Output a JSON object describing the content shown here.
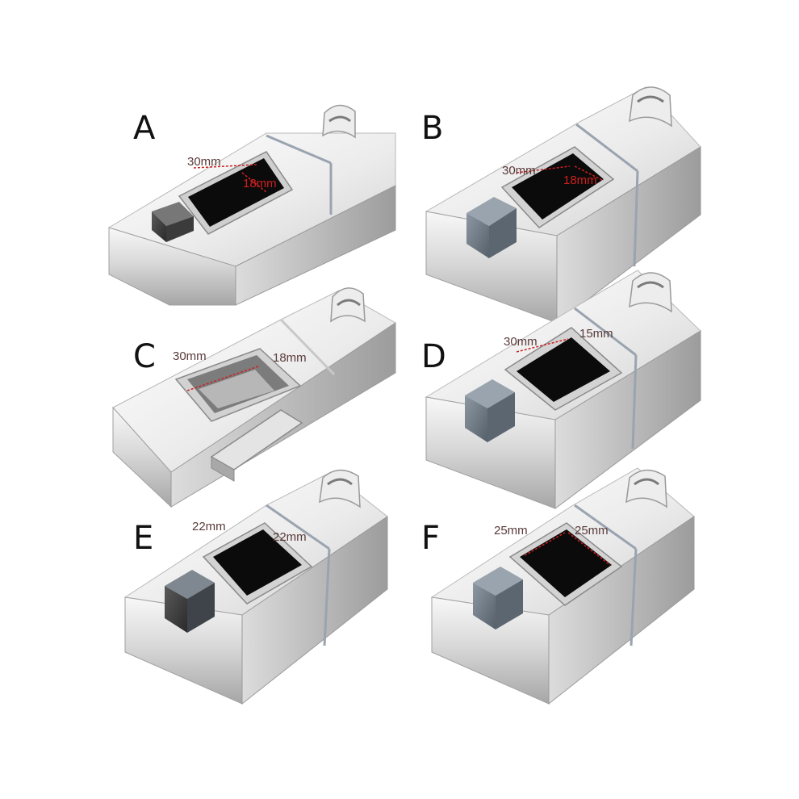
{
  "variants": [
    {
      "letter": "A",
      "width_label": "30mm",
      "height_label": "18mm"
    },
    {
      "letter": "B",
      "width_label": "30mm",
      "height_label": "18mm"
    },
    {
      "letter": "C",
      "width_label": "30mm",
      "height_label": "18mm"
    },
    {
      "letter": "D",
      "width_label": "30mm",
      "height_label": "15mm"
    },
    {
      "letter": "E",
      "width_label": "22mm",
      "height_label": "22mm"
    },
    {
      "letter": "F",
      "width_label": "25mm",
      "height_label": "25mm"
    }
  ],
  "colors": {
    "chrome_light": "#f4f4f4",
    "chrome_mid": "#d6d6d6",
    "chrome_dark": "#8e8e8e",
    "socket": "#0b0b0b",
    "button_grey": "#6f7a84",
    "button_dark": "#3a3a3a",
    "dimension_text": "#5a3a3a",
    "dimension_line": "#cc2020"
  }
}
